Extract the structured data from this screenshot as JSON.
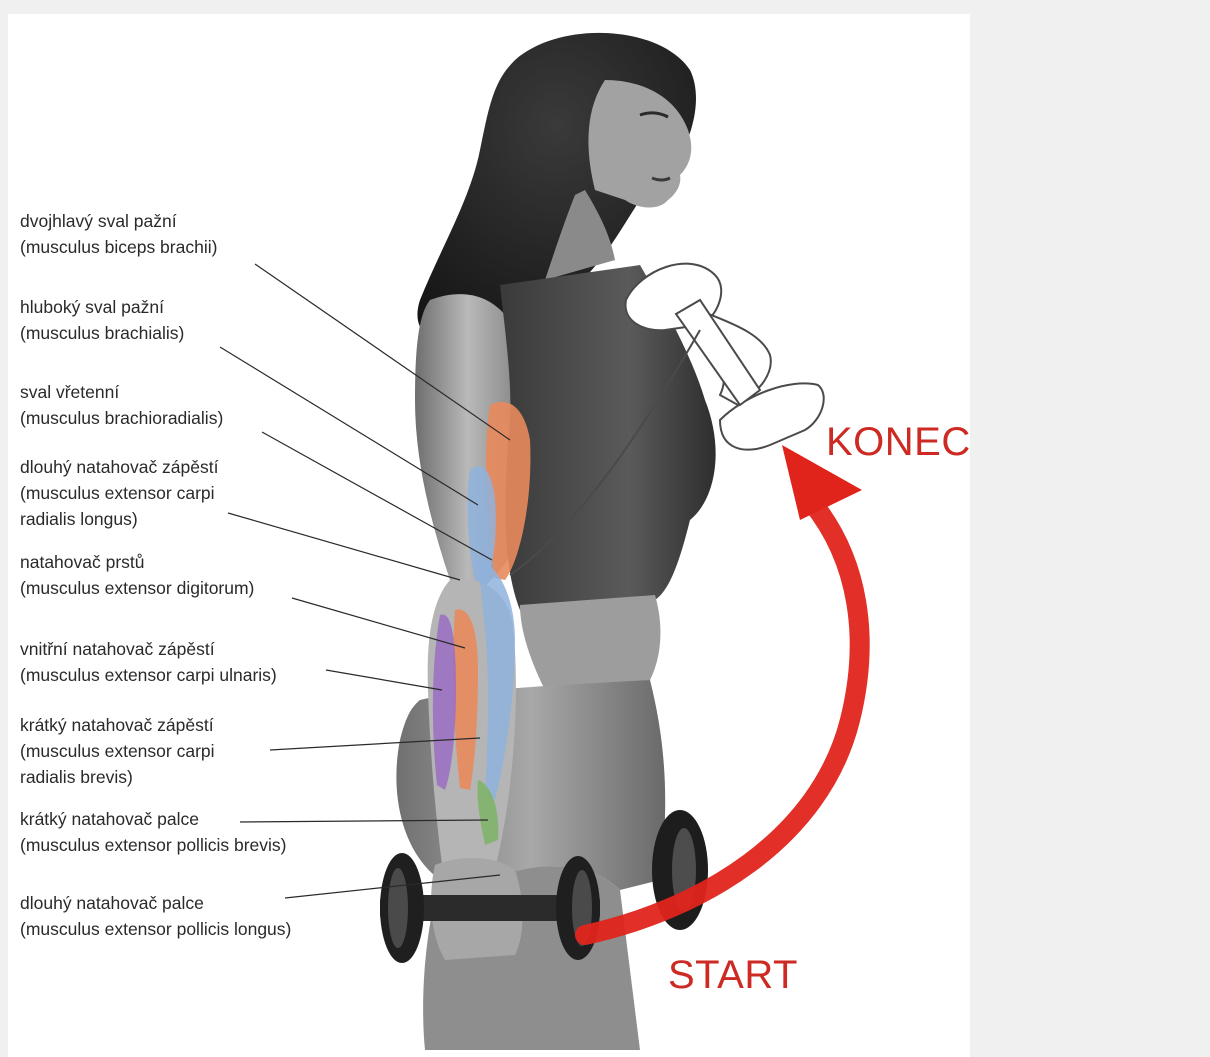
{
  "labels": [
    {
      "czech": "dvojhlavý sval pažní",
      "latin": "(musculus biceps brachii)"
    },
    {
      "czech": "hluboký sval pažní",
      "latin": "(musculus brachialis)"
    },
    {
      "czech": "sval vřetenní",
      "latin": "(musculus brachioradialis)"
    },
    {
      "czech": "dlouhý natahovač zápěstí",
      "latin": "(musculus extensor carpi",
      "latin2": "radialis longus)"
    },
    {
      "czech": "natahovač prstů",
      "latin": "(musculus extensor digitorum)"
    },
    {
      "czech": "vnitřní natahovač zápěstí",
      "latin": "(musculus extensor carpi ulnaris)"
    },
    {
      "czech": "krátký natahovač zápěstí",
      "latin": "(musculus extensor carpi",
      "latin2": "radialis brevis)"
    },
    {
      "czech": "krátký natahovač palce",
      "latin": "(musculus extensor pollicis brevis)"
    },
    {
      "czech": "dlouhý natahovač palce",
      "latin": "(musculus extensor pollicis longus)"
    }
  ],
  "movement": {
    "end_label": "KONEC",
    "start_label": "START"
  },
  "colors": {
    "arrow": "#e0241c",
    "arrow_text": "#cc2a22",
    "label_text": "#2a2a2a",
    "muscle_orange": "#e98a5c",
    "muscle_blue": "#8fb2dd",
    "muscle_purple": "#9a6fc3",
    "muscle_green": "#7fb26a"
  }
}
